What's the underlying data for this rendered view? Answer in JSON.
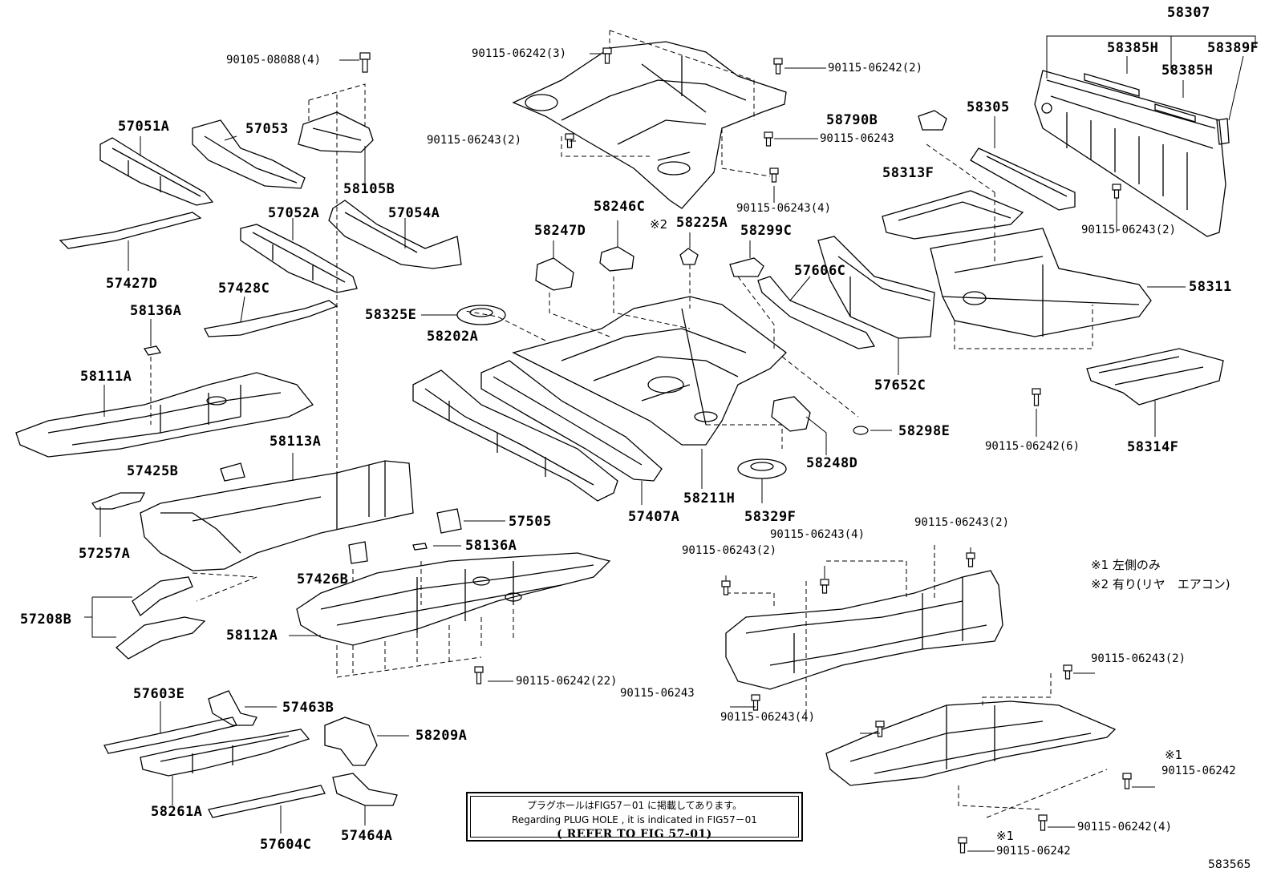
{
  "labels": {
    "p58307": "58307",
    "p58385H_a": "58385H",
    "p58389F": "58389F",
    "p58385H_b": "58385H",
    "b90105_08088_4": "90105-08088(4)",
    "b90115_06242_3": "90115-06242(3)",
    "b90115_06242_2": "90115-06242(2)",
    "p58790B": "58790B",
    "p58305": "58305",
    "p57051A": "57051A",
    "p57053": "57053",
    "b90115_06243_2_a": "90115-06243(2)",
    "b90115_06243_a": "90115-06243",
    "p58105B": "58105B",
    "p58313F": "58313F",
    "p57052A": "57052A",
    "p57054A": "57054A",
    "b90115_06243_4_a": "90115-06243(4)",
    "p58246C": "58246C",
    "p58225A": "58225A",
    "p58247D": "58247D",
    "p58299C": "58299C",
    "b90115_06243_2_b": "90115-06243(2)",
    "p57427D": "57427D",
    "p57606C": "57606C",
    "p58311": "58311",
    "p57428C": "57428C",
    "p58325E": "58325E",
    "p58136A_a": "58136A",
    "p58202A": "58202A",
    "p58111A": "58111A",
    "p57652C": "57652C",
    "p58298E": "58298E",
    "b90115_06242_6": "90115-06242(6)",
    "p58314F": "58314F",
    "p58113A": "58113A",
    "p58248D": "58248D",
    "p57425B": "57425B",
    "p58211H": "58211H",
    "p57505": "57505",
    "p57407A": "57407A",
    "p58329F": "58329F",
    "b90115_06243_4_b": "90115-06243(4)",
    "b90115_06243_2_c": "90115-06243(2)",
    "p58136A_b": "58136A",
    "p57257A": "57257A",
    "b90115_06243_2_d": "90115-06243(2)",
    "p57426B": "57426B",
    "p57208B": "57208B",
    "p58112A": "58112A",
    "b90115_06242_22": "90115-06242(22)",
    "b90115_06243_b": "90115-06243",
    "b90115_06243_2_e": "90115-06243(2)",
    "p57603E": "57603E",
    "p57463B": "57463B",
    "b90115_06243_4_c": "90115-06243(4)",
    "p58209A": "58209A",
    "b90115_06242_a": "90115-06242",
    "p58261A": "58261A",
    "b90115_06242_4": "90115-06242(4)",
    "p57604C": "57604C",
    "p57464A": "57464A",
    "b90115_06242_b": "90115-06242"
  },
  "marks": {
    "m2_top": "※2",
    "m1_a": "※1",
    "m1_b": "※1"
  },
  "legend": {
    "note1": "※1 左側のみ",
    "note2": "※2 有り(リヤ　エアコン)"
  },
  "notebox": {
    "line1": "プラグホールはFIG57－01 に掲載してあります。",
    "line2": "Regarding PLUG HOLE , it is indicated in FIG57－01",
    "line3": "( REFER TO FIG 57-01)"
  },
  "figure_id": "583565"
}
